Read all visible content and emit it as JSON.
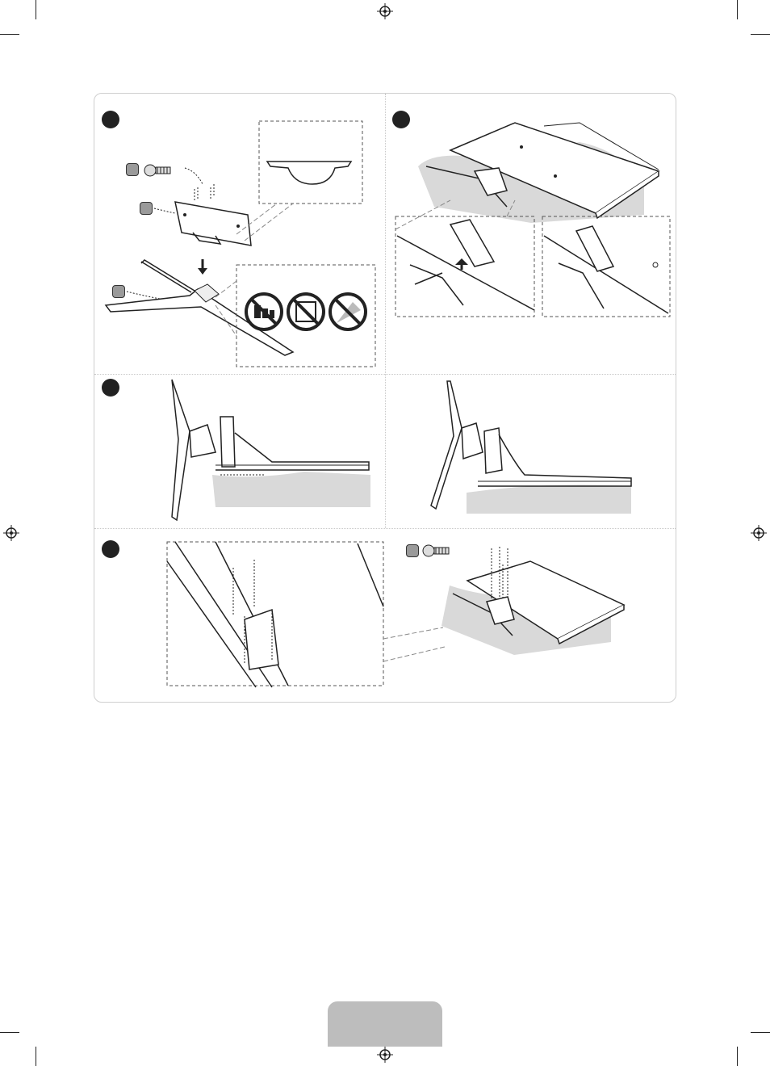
{
  "steps": [
    {
      "id": "step-1",
      "marker": ""
    },
    {
      "id": "step-2",
      "marker": ""
    },
    {
      "id": "step-3",
      "marker": ""
    },
    {
      "id": "step-4",
      "marker": ""
    }
  ],
  "part_labels": {
    "screw_a": "",
    "bracket": "",
    "stand_base": "",
    "screw_b": ""
  },
  "warning_icons": [
    "no-chemicals-icon",
    "no-cloth-icon",
    "no-spray-icon"
  ],
  "page_tab": {
    "label": ""
  },
  "colors": {
    "line": "#222222",
    "shade": "#d9d9d9",
    "marker": "#222222",
    "label": "#9a9a9a"
  }
}
